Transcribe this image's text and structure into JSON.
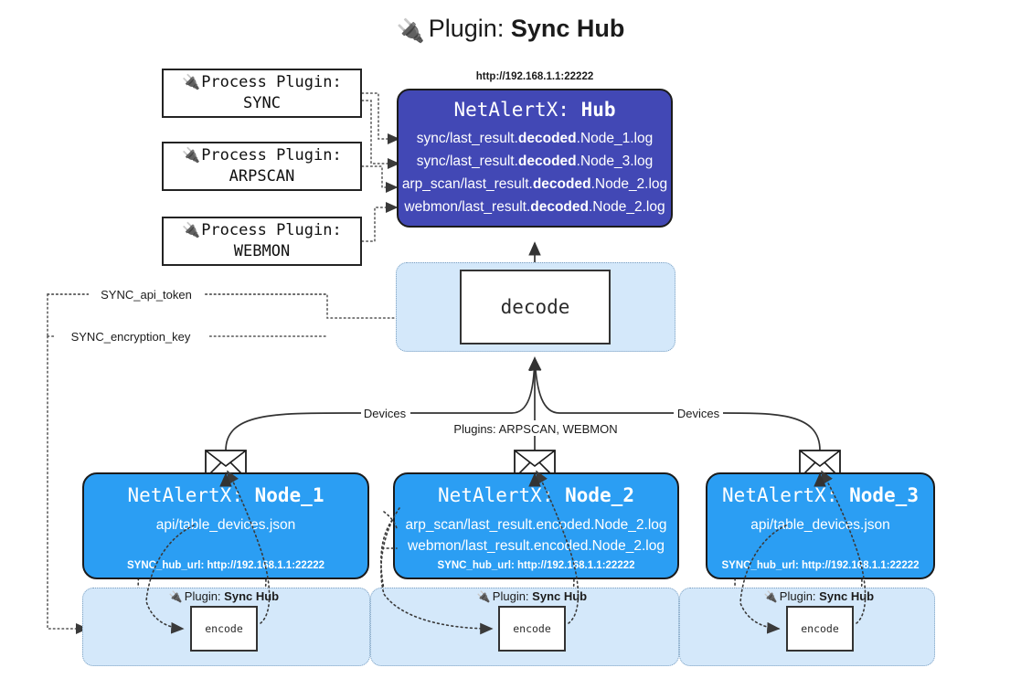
{
  "page": {
    "title_icon": "plug-icon",
    "title_prefix": "Plugin: ",
    "title_name": "Sync Hub"
  },
  "colors": {
    "hub_fill": "#4248b5",
    "node_fill": "#2b9ef3",
    "container_fill": "#d4e8fa",
    "box_stroke": "#1b1b1b",
    "edge": "#333333"
  },
  "process_plugins": [
    {
      "line1": "Process Plugin:",
      "line2": "SYNC"
    },
    {
      "line1": "Process Plugin:",
      "line2": "ARPSCAN"
    },
    {
      "line1": "Process Plugin:",
      "line2": "WEBMON"
    }
  ],
  "hub": {
    "url_label": "http://192.168.1.1:22222",
    "header_prefix": "NetAlertX: ",
    "header_name": "Hub",
    "logs": [
      {
        "pre": "sync/last_result.",
        "em": "decoded",
        "post": ".Node_1.log"
      },
      {
        "pre": "sync/last_result.",
        "em": "decoded",
        "post": ".Node_3.log"
      },
      {
        "pre": "arp_scan/last_result.",
        "em": "decoded",
        "post": ".Node_2.log"
      },
      {
        "pre": "webmon/last_result.",
        "em": "decoded",
        "post": ".Node_2.log"
      }
    ]
  },
  "decode": {
    "label": "decode"
  },
  "settings_edges": [
    {
      "label": "SYNC_api_token"
    },
    {
      "label": "SYNC_encryption_key"
    }
  ],
  "device_edges": [
    {
      "label": "Devices"
    },
    {
      "label": "Plugins: ARPSCAN, WEBMON"
    },
    {
      "label": "Devices"
    }
  ],
  "nodes": [
    {
      "header_prefix": "NetAlertX: ",
      "header_name": "Node_1",
      "lines": [
        "api/table_devices.json"
      ],
      "footer": "SYNC_hub_url: http://192.168.1.1:22222",
      "plugin_label_prefix": "Plugin: ",
      "plugin_label_name": "Sync Hub",
      "encode_label": "encode"
    },
    {
      "header_prefix": "NetAlertX: ",
      "header_name": "Node_2",
      "lines": [
        "arp_scan/last_result.encoded.Node_2.log",
        "webmon/last_result.encoded.Node_2.log"
      ],
      "footer": "SYNC_hub_url: http://192.168.1.1:22222",
      "plugin_label_prefix": "Plugin: ",
      "plugin_label_name": "Sync Hub",
      "encode_label": "encode"
    },
    {
      "header_prefix": "NetAlertX: ",
      "header_name": "Node_3",
      "lines": [
        "api/table_devices.json"
      ],
      "footer": "SYNC_hub_url: http://192.168.1.1:22222",
      "plugin_label_prefix": "Plugin: ",
      "plugin_label_name": "Sync Hub",
      "encode_label": "encode"
    }
  ],
  "icons": {
    "plug": "🔌",
    "envelope": "envelope-icon"
  }
}
